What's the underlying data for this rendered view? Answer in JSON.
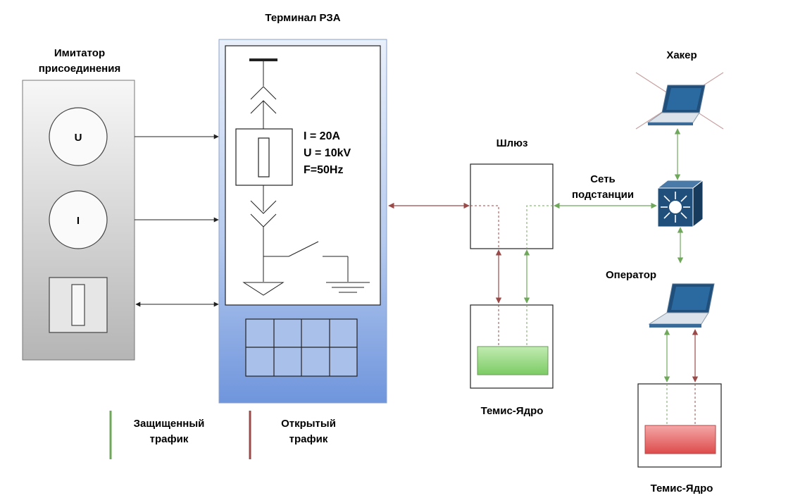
{
  "labels": {
    "imitator_line1": "Имитатор",
    "imitator_line2": "присоединения",
    "terminal_title": "Терминал РЗА",
    "gateway": "Шлюз",
    "network_line1": "Сеть",
    "network_line2": "подстанции",
    "hacker": "Хакер",
    "operator": "Оператор",
    "core_left": "Темис-Ядро",
    "core_right": "Темис-Ядро",
    "legend_protected_line1": "Защищенный",
    "legend_protected_line2": "трафик",
    "legend_open_line1": "Открытый",
    "legend_open_line2": "трафик"
  },
  "imitator": {
    "u_symbol": "U",
    "i_symbol": "I"
  },
  "terminal": {
    "current": "I = 20A",
    "voltage": "U = 10kV",
    "frequency": "F=50Hz"
  },
  "colors": {
    "protected_traffic": "#6fa85b",
    "open_traffic": "#9b4a4a",
    "switch_fill": "#1f4f7a",
    "core_left_fill": "#8fd27a",
    "core_right_fill": "#e35a5a"
  }
}
